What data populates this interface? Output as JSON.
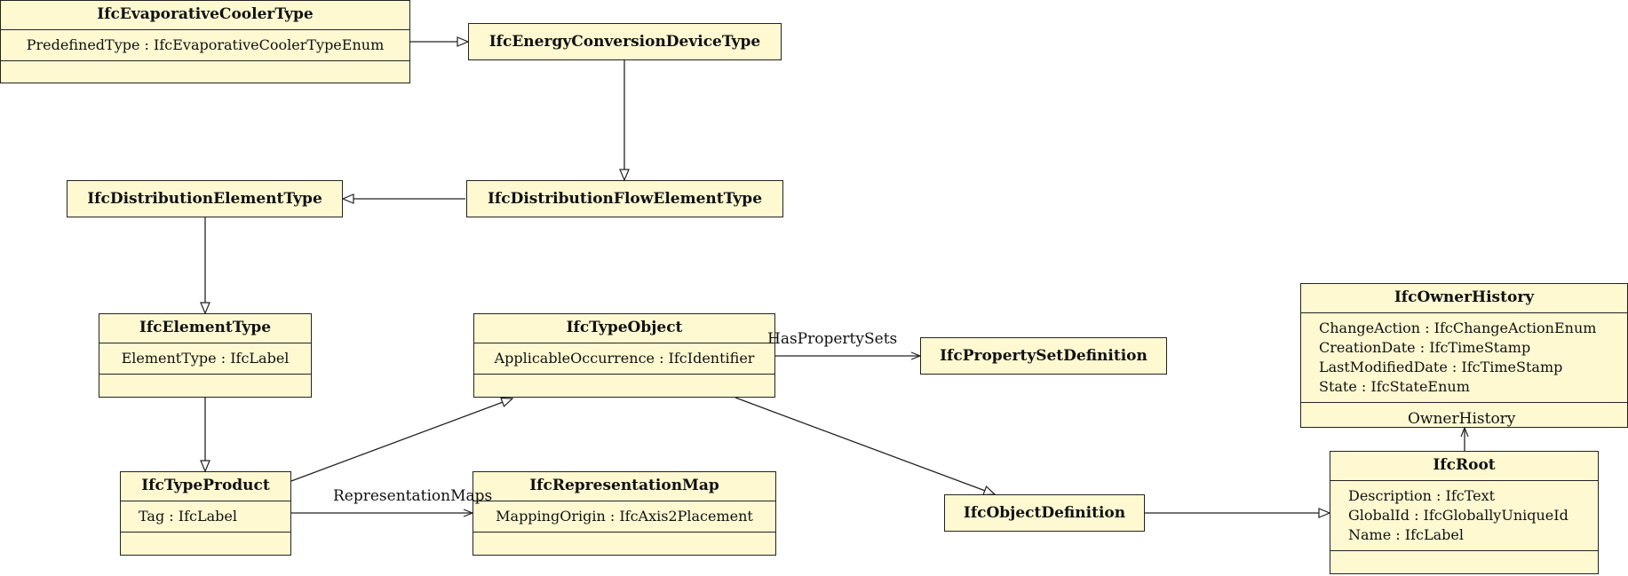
{
  "classes": {
    "evaporative_cooler_type": {
      "name": "IfcEvaporativeCoolerType",
      "attributes": [
        "PredefinedType : IfcEvaporativeCoolerTypeEnum"
      ]
    },
    "energy_conversion_device_type": {
      "name": "IfcEnergyConversionDeviceType"
    },
    "distribution_flow_element_type": {
      "name": "IfcDistributionFlowElementType"
    },
    "distribution_element_type": {
      "name": "IfcDistributionElementType"
    },
    "element_type": {
      "name": "IfcElementType",
      "attributes": [
        "ElementType : IfcLabel"
      ]
    },
    "type_product": {
      "name": "IfcTypeProduct",
      "attributes": [
        "Tag : IfcLabel"
      ]
    },
    "type_object": {
      "name": "IfcTypeObject",
      "attributes": [
        "ApplicableOccurrence : IfcIdentifier"
      ]
    },
    "property_set_definition": {
      "name": "IfcPropertySetDefinition"
    },
    "representation_map": {
      "name": "IfcRepresentationMap",
      "attributes": [
        "MappingOrigin : IfcAxis2Placement"
      ]
    },
    "object_definition": {
      "name": "IfcObjectDefinition"
    },
    "owner_history": {
      "name": "IfcOwnerHistory",
      "attributes": [
        "ChangeAction : IfcChangeActionEnum",
        "CreationDate : IfcTimeStamp",
        "LastModifiedDate : IfcTimeStamp",
        "State : IfcStateEnum"
      ]
    },
    "root": {
      "name": "IfcRoot",
      "attributes": [
        "Description : IfcText",
        "GlobalId : IfcGloballyUniqueId",
        "Name : IfcLabel"
      ]
    }
  },
  "associations": {
    "has_property_sets": "HasPropertySets",
    "representation_maps": "RepresentationMaps",
    "owner_history": "OwnerHistory"
  }
}
